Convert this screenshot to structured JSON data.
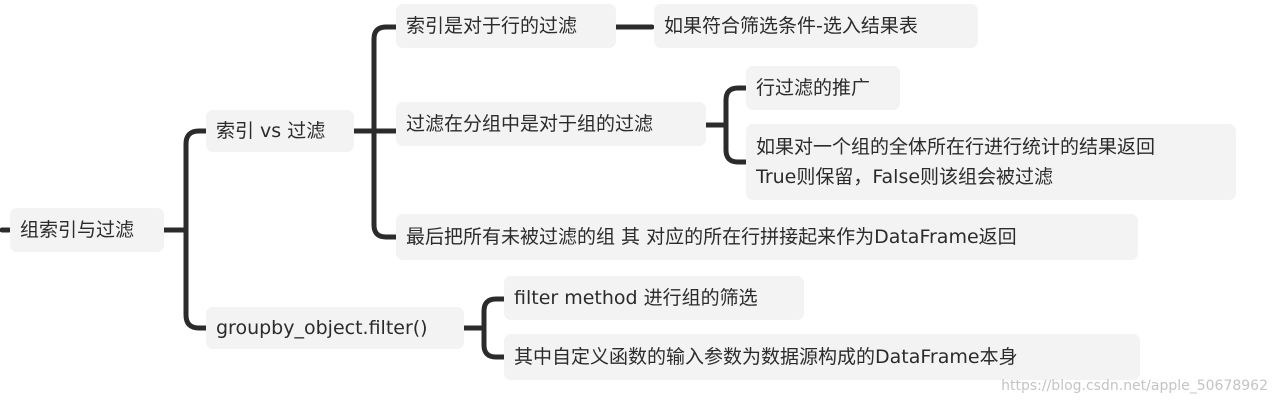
{
  "mindmap": {
    "root": "组索引与过滤",
    "branch_index_vs_filter": "索引 vs 过滤",
    "index_is_row_filter": "索引是对于行的过滤",
    "index_result": "如果符合筛选条件-选入结果表",
    "filter_is_group_filter": "过滤在分组中是对于组的过滤",
    "row_filter_generalization": "行过滤的推广",
    "group_stat_line1": "如果对一个组的全体所在行进行统计的结果返回",
    "group_stat_line2": "True则保留，False则该组会被过滤",
    "concat_result": "最后把所有未被过滤的组 其 对应的所在行拼接起来作为DataFrame返回",
    "branch_groupby_filter": "groupby_object.filter()",
    "filter_method": "filter method 进行组的筛选",
    "custom_function": "其中自定义函数的输入参数为数据源构成的DataFrame本身"
  },
  "watermark": "https://blog.csdn.net/apple_50678962"
}
